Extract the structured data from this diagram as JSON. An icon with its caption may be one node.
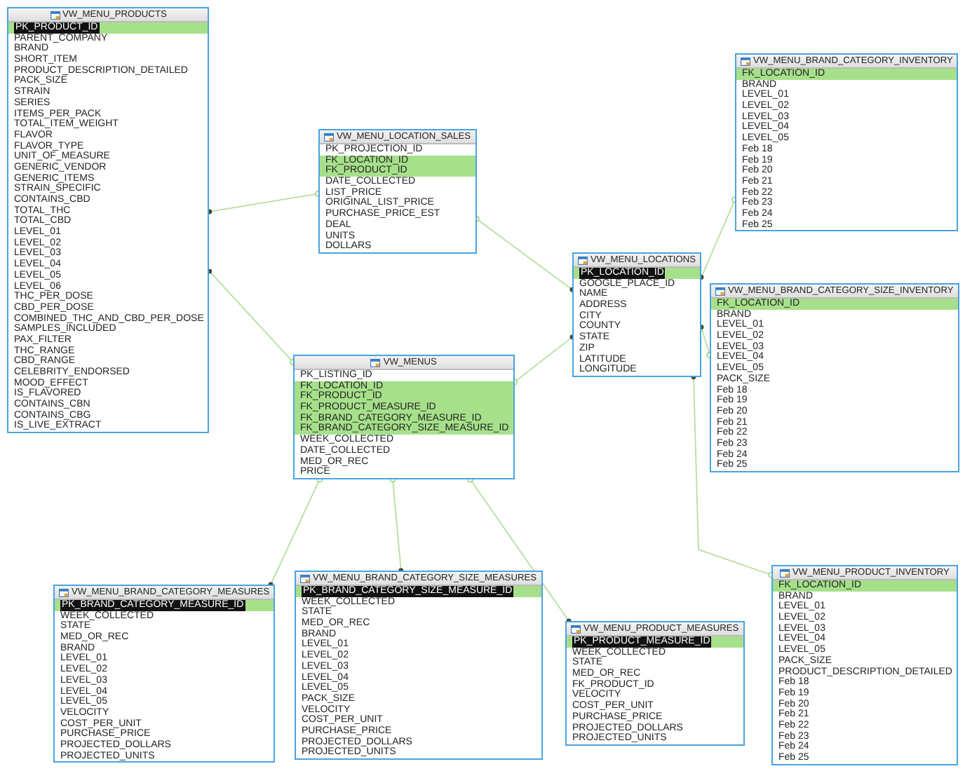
{
  "diagram": {
    "nodes": [
      {
        "text": [
          "VW_MENU_PRODUCTS",
          "PK_PRODUCT_ID",
          "PARENT_COMPANY",
          "BRAND",
          "SHORT_ITEM",
          "PRODUCT_DESCRIPTION_DETAILED",
          "PACK_SIZE",
          "STRAIN",
          "SERIES",
          "ITEMS_PER_PACK",
          "TOTAL_ITEM_WEIGHT",
          "FLAVOR",
          "FLAVOR_TYPE",
          "UNIT_OF_MEASURE",
          "GENERIC_VENDOR",
          "GENERIC_ITEMS",
          "STRAIN_SPECIFIC",
          "CONTAINS_CBD",
          "TOTAL_THC",
          "TOTAL_CBD",
          "LEVEL_01",
          "LEVEL_02",
          "LEVEL_03",
          "LEVEL_04",
          "LEVEL_05",
          "LEVEL_06",
          "THC_PER_DOSE",
          "CBD_PER_DOSE",
          "COMBINED_THC_AND_CBD_PER_DOSE",
          "SAMPLES_INCLUDED",
          "PAX_FILTER",
          "THC_RANGE",
          "CBD_RANGE",
          "CELEBRITY_ENDORSED",
          "MOOD_EFFECT",
          "IS_FLAVORED",
          "CONTAINS_CBN",
          "CONTAINS_CBG",
          "IS_LIVE_EXTRACT"
        ]
      },
      {
        "text": [
          "VW_MENU_BRAND_CATEGORY_INVENTORY",
          "FK_LOCATION_ID",
          "BRAND",
          "LEVEL_01",
          "LEVEL_02",
          "LEVEL_03",
          "LEVEL_04",
          "LEVEL_05",
          "Feb 18",
          "Feb 19",
          "Feb 20",
          "Feb 21",
          "Feb 22",
          "Feb 23",
          "Feb 24",
          "Feb 25"
        ]
      },
      {
        "text": [
          "VW_MENU_LOCATION_SALES",
          "PK_PROJECTION_ID",
          "FK_LOCATION_ID",
          "FK_PRODUCT_ID",
          "DATE_COLLECTED",
          "LIST_PRICE",
          "ORIGINAL_LIST_PRICE",
          "PURCHASE_PRICE_EST",
          "DEAL",
          "UNITS",
          "DOLLARS"
        ]
      },
      {
        "text": [
          "VW_MENU_LOCATIONS",
          "PK_LOCATION_ID",
          "GOOGLE_PLACE_ID",
          "NAME",
          "ADDRESS",
          "CITY",
          "COUNTY",
          "STATE",
          "ZIP",
          "LATITUDE",
          "LONGITUDE"
        ]
      },
      {
        "text": [
          "VW_MENU_BRAND_CATEGORY_SIZE_INVENTORY",
          "FK_LOCATION_ID",
          "BRAND",
          "LEVEL_01",
          "LEVEL_02",
          "LEVEL_03",
          "LEVEL_04",
          "LEVEL_05",
          "PACK_SIZE",
          "Feb 18",
          "Feb 19",
          "Feb 20",
          "Feb 21",
          "Feb 22",
          "Feb 23",
          "Feb 24",
          "Feb 25"
        ]
      },
      {
        "text": [
          "VW_MENUS",
          "PK_LISTING_ID",
          "FK_LOCATION_ID",
          "FK_PRODUCT_ID",
          "FK_PRODUCT_MEASURE_ID",
          "FK_BRAND_CATEGORY_MEASURE_ID",
          "FK_BRAND_CATEGORY_SIZE_MEASURE_ID",
          "WEEK_COLLECTED",
          "DATE_COLLECTED",
          "MED_OR_REC",
          "PRICE"
        ]
      },
      {
        "text": [
          "VW_MENU_PRODUCT_INVENTORY",
          "FK_LOCATION_ID",
          "BRAND",
          "LEVEL_01",
          "LEVEL_02",
          "LEVEL_03",
          "LEVEL_04",
          "LEVEL_05",
          "PACK_SIZE",
          "PRODUCT_DESCRIPTION_DETAILED",
          "Feb 18",
          "Feb 19",
          "Feb 20",
          "Feb 21",
          "Feb 22",
          "Feb 23",
          "Feb 24",
          "Feb 25"
        ]
      },
      {
        "text": [
          "VW_MENU_BRAND_CATEGORY_SIZE_MEASURES",
          "PK_BRAND_CATEGORY_SIZE_MEASURE_ID",
          "WEEK_COLLECTED",
          "STATE",
          "MED_OR_REC",
          "BRAND",
          "LEVEL_01",
          "LEVEL_02",
          "LEVEL_03",
          "LEVEL_04",
          "LEVEL_05",
          "PACK_SIZE",
          "VELOCITY",
          "COST_PER_UNIT",
          "PURCHASE_PRICE",
          "PROJECTED_DOLLARS",
          "PROJECTED_UNITS"
        ]
      },
      {
        "text": [
          "VW_MENU_BRAND_CATEGORY_MEASURES",
          "PK_BRAND_CATEGORY_MEASURE_ID",
          "WEEK_COLLECTED",
          "STATE",
          "MED_OR_REC",
          "BRAND",
          "LEVEL_01",
          "LEVEL_02",
          "LEVEL_03",
          "LEVEL_04",
          "LEVEL_05",
          "VELOCITY",
          "COST_PER_UNIT",
          "PURCHASE_PRICE",
          "PROJECTED_DOLLARS",
          "PROJECTED_UNITS"
        ]
      },
      {
        "text": [
          "VW_MENU_PRODUCT_MEASURES",
          "PK_PRODUCT_MEASURE_ID",
          "WEEK_COLLECTED",
          "STATE",
          "MED_OR_REC",
          "FK_PRODUCT_ID",
          "VELOCITY",
          "COST_PER_UNIT",
          "PURCHASE_PRICE",
          "PROJECTED_DOLLARS",
          "PROJECTED_UNITS"
        ]
      }
    ],
    "edges": [
      {
        "from": 0,
        "to": 2,
        "arrow": "other"
      },
      {
        "from": 0,
        "to": 5,
        "arrow": "other"
      },
      {
        "from": 3,
        "to": 2,
        "arrow": "other"
      },
      {
        "from": 3,
        "to": 5,
        "arrow": "other"
      },
      {
        "from": 3,
        "to": 1,
        "arrow": "other"
      },
      {
        "from": 3,
        "to": 4,
        "arrow": "other"
      },
      {
        "from": 3,
        "to": 6,
        "arrow": "other"
      },
      {
        "from": 8,
        "to": 5,
        "arrow": "other"
      },
      {
        "from": 7,
        "to": 5,
        "arrow": "other"
      },
      {
        "from": 9,
        "to": 5,
        "arrow": "other"
      }
    ]
  }
}
